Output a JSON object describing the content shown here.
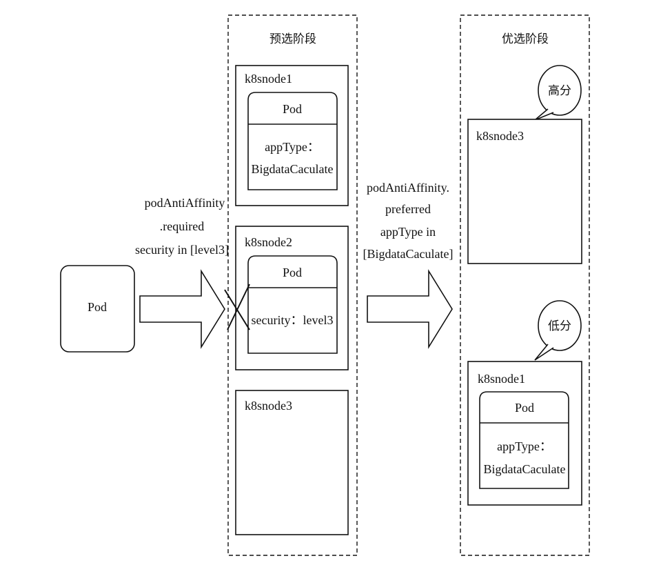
{
  "source_pod": {
    "label": "Pod"
  },
  "arrow1": {
    "line1": "podAntiAffinity",
    "line2": ".required",
    "line3": "security in [level3]"
  },
  "arrow2": {
    "line1": "podAntiAffinity.",
    "line2": "preferred",
    "line3": "appType in",
    "line4": "[BigdataCaculate]"
  },
  "filter_stage": {
    "title": "预选阶段",
    "nodes": [
      {
        "name": "k8snode1",
        "pod_title": "Pod",
        "pod_body_1": "appType：",
        "pod_body_2": "BigdataCaculate"
      },
      {
        "name": "k8snode2",
        "pod_title": "Pod",
        "pod_body_1": "security：level3"
      },
      {
        "name": "k8snode3"
      }
    ]
  },
  "score_stage": {
    "title": "优选阶段",
    "nodes": [
      {
        "name": "k8snode3",
        "score": "高分"
      },
      {
        "name": "k8snode1",
        "score": "低分",
        "pod_title": "Pod",
        "pod_body_1": "appType：",
        "pod_body_2": "BigdataCaculate"
      }
    ]
  }
}
